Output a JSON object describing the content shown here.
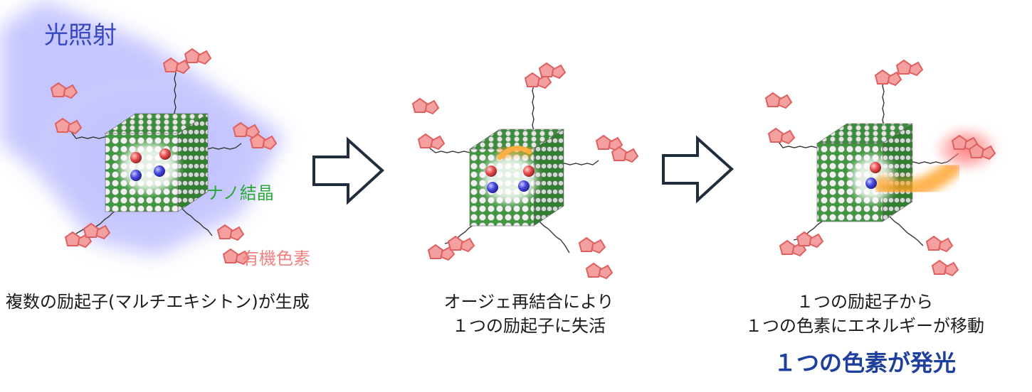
{
  "labels": {
    "light": "光照射",
    "nanocrystal": "ナノ結晶",
    "dye": "有機色素"
  },
  "captions": {
    "step1": "複数の励起子(マルチエキシトン)が生成",
    "step2_line1": "オージェ再結合により",
    "step2_line2": "１つの励起子に失活",
    "step3_line1": "１つの励起子から",
    "step3_line2": "１つの色素にエネルギーが移動"
  },
  "result": "１つの色素が発光",
  "colors": {
    "light": "#3848c0",
    "nanocrystal": "#2aa83a",
    "dye": "#f08080",
    "result": "#1f3f9e",
    "transfer": "#ffa020"
  }
}
